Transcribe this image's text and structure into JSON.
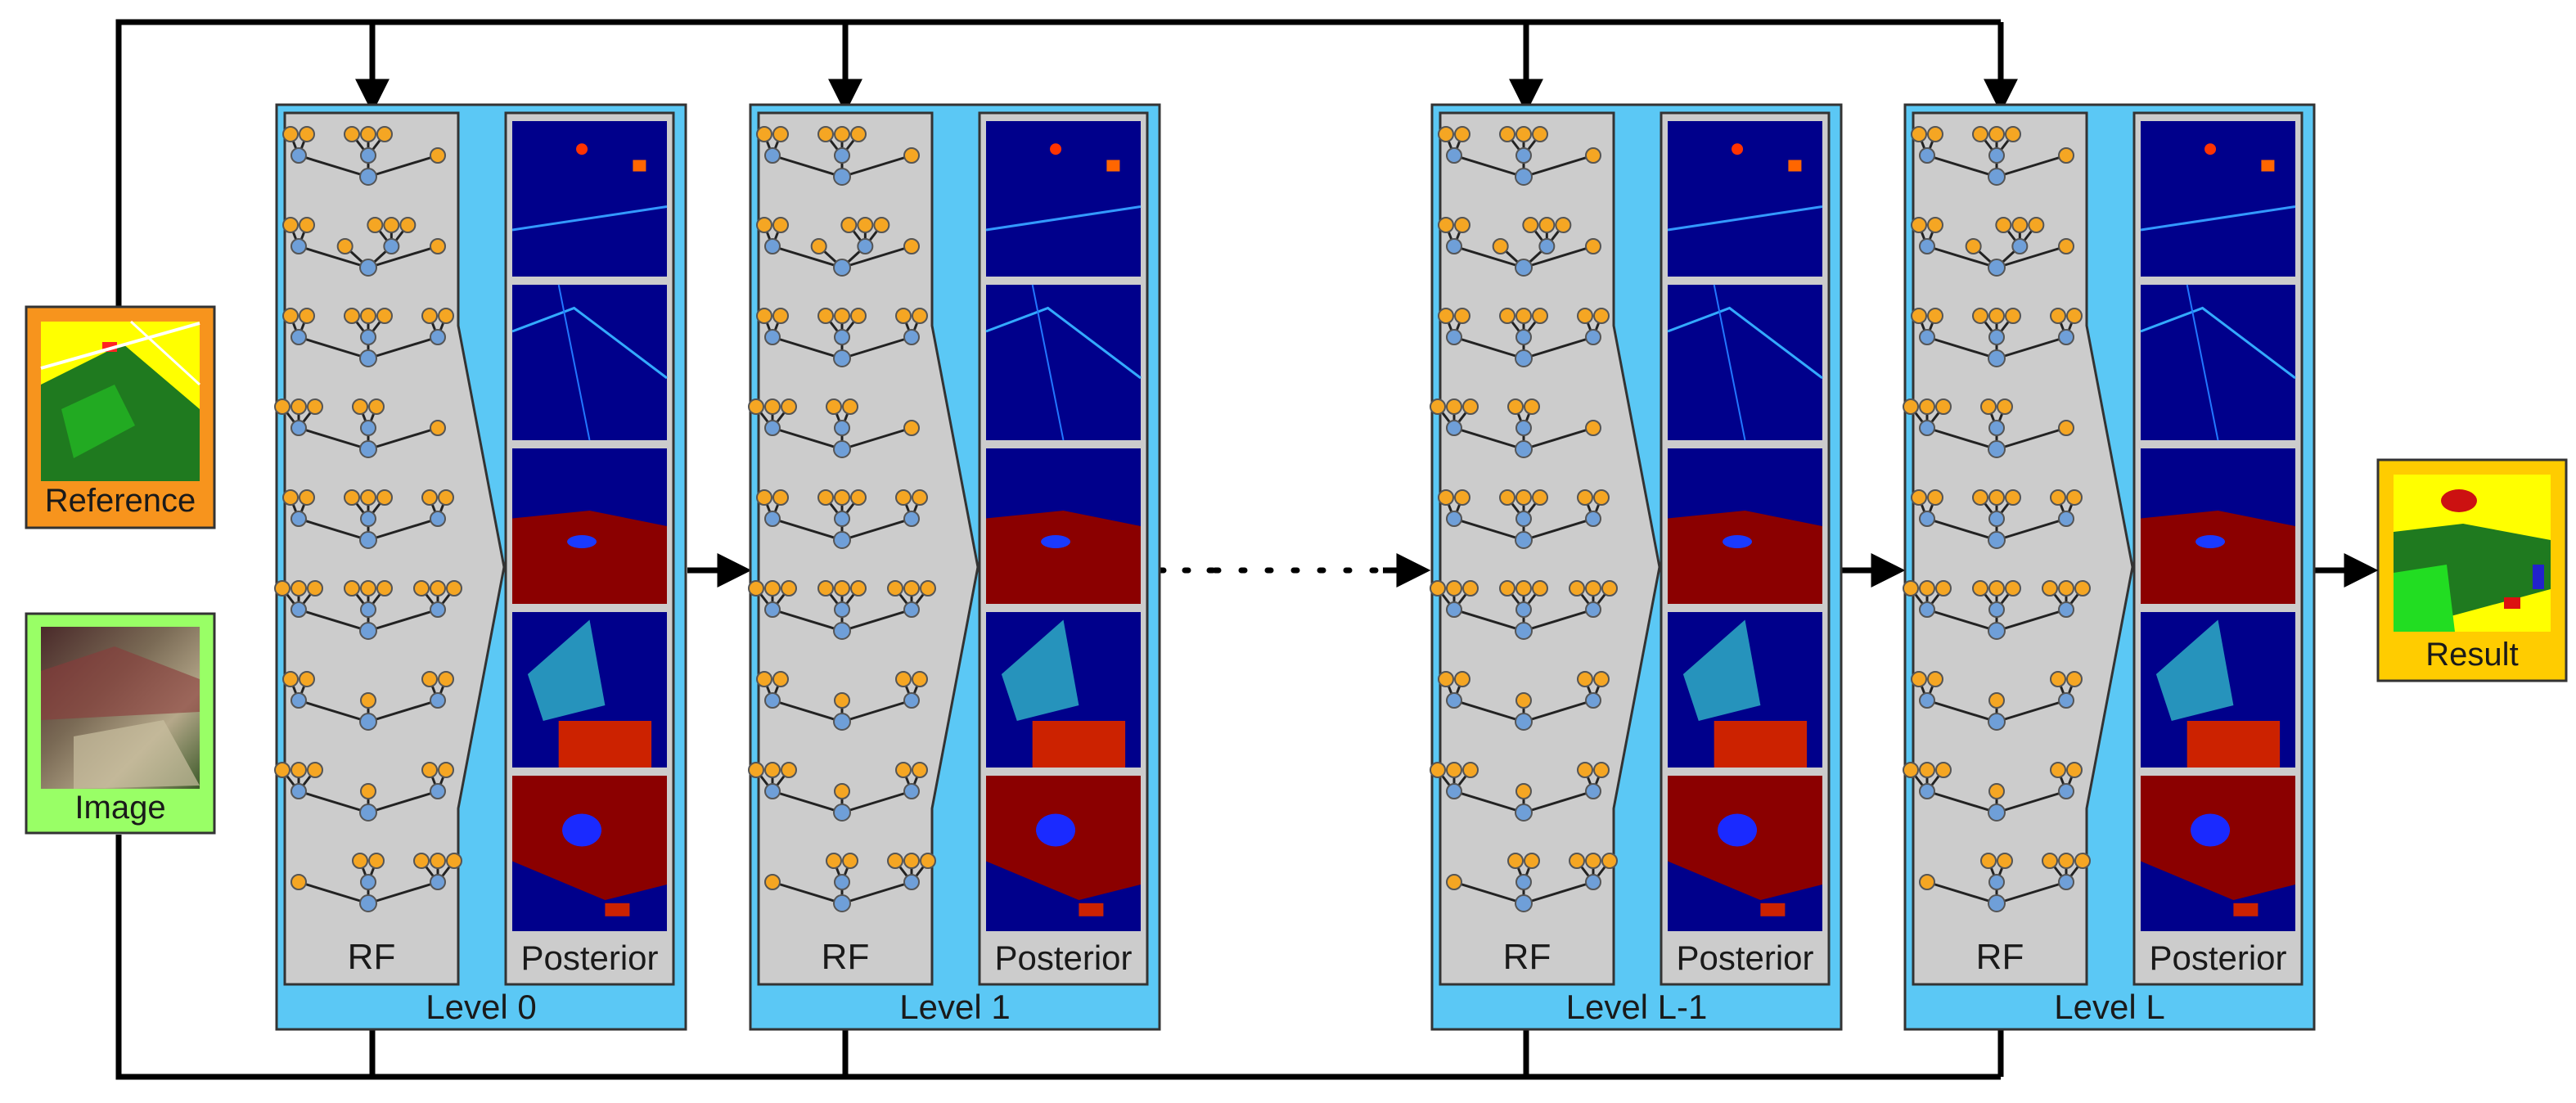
{
  "inputs": {
    "reference": {
      "label": "Reference",
      "color": "#f7941d"
    },
    "image": {
      "label": "Image",
      "color": "#99ff66"
    }
  },
  "output": {
    "label": "Result",
    "color": "#ffcc00"
  },
  "levels": [
    {
      "name": "Level 0",
      "rf_label": "RF",
      "posterior_label": "Posterior"
    },
    {
      "name": "Level 1",
      "rf_label": "RF",
      "posterior_label": "Posterior"
    },
    {
      "name": "Level L-1",
      "rf_label": "RF",
      "posterior_label": "Posterior"
    },
    {
      "name": "Level L",
      "rf_label": "RF",
      "posterior_label": "Posterior"
    }
  ],
  "colors": {
    "level_bg": "#5bc8f5",
    "rf_panel": "#cccccc",
    "tree_node": "#6f9fd8",
    "leaf_node": "#f5a623",
    "posterior_low": "#00008b",
    "posterior_high": "#8b0000",
    "line": "#000000"
  }
}
